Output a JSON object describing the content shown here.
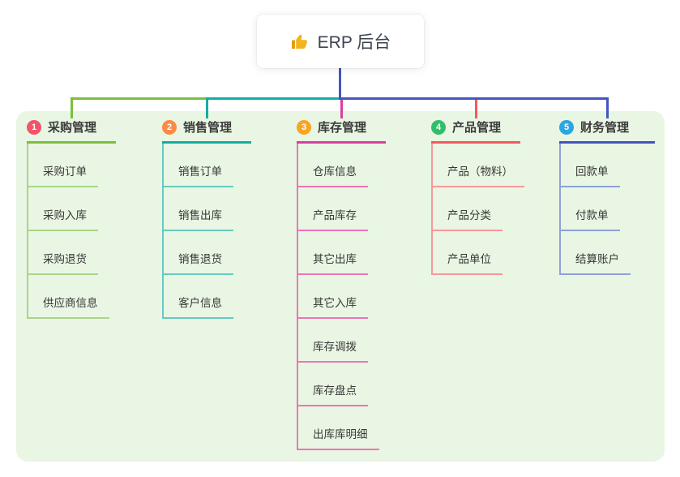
{
  "root": {
    "title": "ERP 后台",
    "icon": "thumbs-up-icon"
  },
  "branches": [
    {
      "badge": "1",
      "label": "采购管理",
      "colors": {
        "badge": "#f2546c",
        "line": "#7bbf3e",
        "child_line": "#aad687"
      },
      "children": [
        "采购订单",
        "采购入库",
        "采购退货",
        "供应商信息"
      ]
    },
    {
      "badge": "2",
      "label": "销售管理",
      "colors": {
        "badge": "#fb8b45",
        "line": "#14aea2",
        "child_line": "#66cac0"
      },
      "children": [
        "销售订单",
        "销售出库",
        "销售退货",
        "客户信息"
      ]
    },
    {
      "badge": "3",
      "label": "库存管理",
      "colors": {
        "badge": "#f6a623",
        "line": "#da3f9f",
        "child_line": "#ee74ba"
      },
      "children": [
        "仓库信息",
        "产品库存",
        "其它出库",
        "其它入库",
        "库存调拨",
        "库存盘点",
        "出库库明细"
      ]
    },
    {
      "badge": "4",
      "label": "产品管理",
      "colors": {
        "badge": "#30be6a",
        "line": "#f25b5b",
        "child_line": "#f79898"
      },
      "children": [
        "产品（物料）",
        "产品分类",
        "产品单位"
      ]
    },
    {
      "badge": "5",
      "label": "财务管理",
      "colors": {
        "badge": "#2aa7e1",
        "line": "#4355c0",
        "child_line": "#8da1d9"
      },
      "children": [
        "回款单",
        "付款单",
        "结算账户"
      ]
    }
  ],
  "canvas": {
    "panel_color": "#e9f6e3",
    "trunk_color": "#4355c0",
    "thumb_color": "#f2b51d",
    "thumb_cuff_color": "#e79c13"
  }
}
